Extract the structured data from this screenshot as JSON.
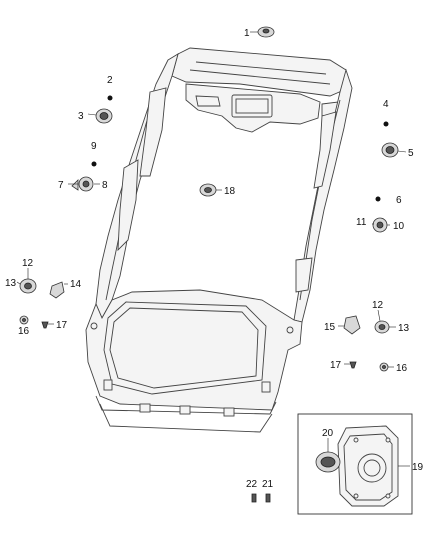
{
  "callouts": {
    "c1": "1",
    "c2": "2",
    "c3": "3",
    "c4": "4",
    "c5": "5",
    "c6": "6",
    "c7": "7",
    "c8": "8",
    "c9": "9",
    "c10": "10",
    "c11": "11",
    "c12a": "12",
    "c13a": "13",
    "c14": "14",
    "c15": "15",
    "c16a": "16",
    "c17a": "17",
    "c18": "18",
    "c12b": "12",
    "c13b": "13",
    "c17b": "17",
    "c16b": "16",
    "c19": "19",
    "c20": "20",
    "c21": "21",
    "c22": "22"
  }
}
